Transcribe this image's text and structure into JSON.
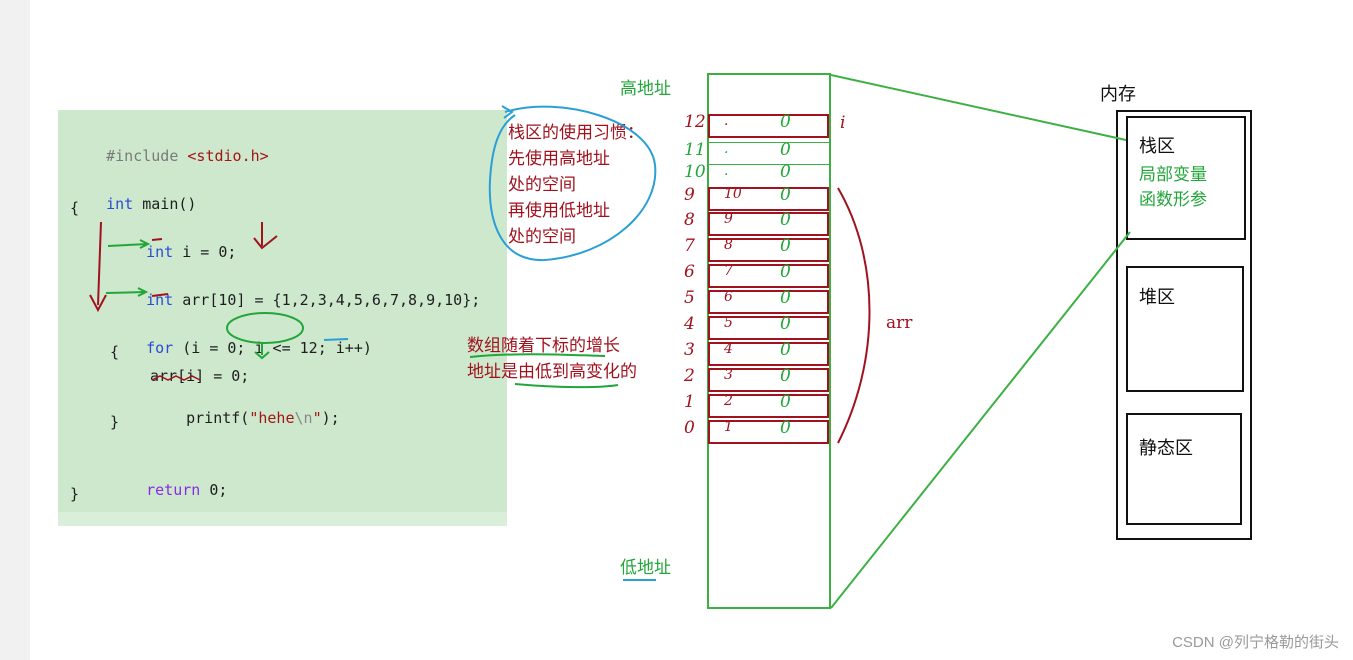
{
  "code": {
    "include": "#include",
    "header": "<stdio.h>",
    "line_main_kw": "int",
    "line_main_rest": " main()",
    "open_brace": "{",
    "decl_i_kw": "int",
    "decl_i_rest": " i = 0;",
    "decl_arr_kw": "int",
    "decl_arr_rest": " arr[10] = {1,2,3,4,5,6,7,8,9,10};",
    "for_kw": "for",
    "for_rest": " (i = 0; i <= 12; i++)",
    "inner_open": "{",
    "assign": "arr[i] = 0;",
    "printf_fn": "printf(",
    "printf_str1": "\"hehe",
    "printf_escape": "\\n",
    "printf_str2": "\"",
    "printf_end": ");",
    "inner_close": "}",
    "return_kw": "return",
    "return_rest": " 0;",
    "close_brace": "}"
  },
  "notes": {
    "habit_lines": [
      "栈区的使用习惯：",
      "先使用高地址",
      "处的空间",
      "再使用低地址",
      "处的空间"
    ],
    "growth_lines": [
      "数组随着下标的增长",
      "地址是由低到高变化的"
    ],
    "high_address": "高地址",
    "low_address": "低地址",
    "arr_label": "arr"
  },
  "stack_cells": [
    {
      "index": "12",
      "value": "0",
      "content": "."
    },
    {
      "index": "11",
      "value": "0",
      "content": "."
    },
    {
      "index": "10",
      "value": "0",
      "content": "."
    },
    {
      "index": "9",
      "value": "0",
      "content": "10"
    },
    {
      "index": "8",
      "value": "0",
      "content": "9"
    },
    {
      "index": "7",
      "value": "0",
      "content": "8"
    },
    {
      "index": "6",
      "value": "0",
      "content": "7"
    },
    {
      "index": "5",
      "value": "0",
      "content": "6"
    },
    {
      "index": "4",
      "value": "0",
      "content": "5"
    },
    {
      "index": "3",
      "value": "0",
      "content": "4"
    },
    {
      "index": "2",
      "value": "0",
      "content": "3"
    },
    {
      "index": "1",
      "value": "0",
      "content": "2"
    },
    {
      "index": "0",
      "value": "0",
      "content": "1"
    }
  ],
  "i_marker": "i",
  "memory": {
    "title": "内存",
    "stack": "栈区",
    "stack_items": [
      "局部变量",
      "函数形参"
    ],
    "heap": "堆区",
    "static": "静态区"
  },
  "footer": "CSDN @列宁格勒的街头",
  "colors": {
    "red": "#a0121e",
    "green": "#22a63a",
    "blue": "#2a9fd6",
    "panel": "#cde8cd"
  }
}
